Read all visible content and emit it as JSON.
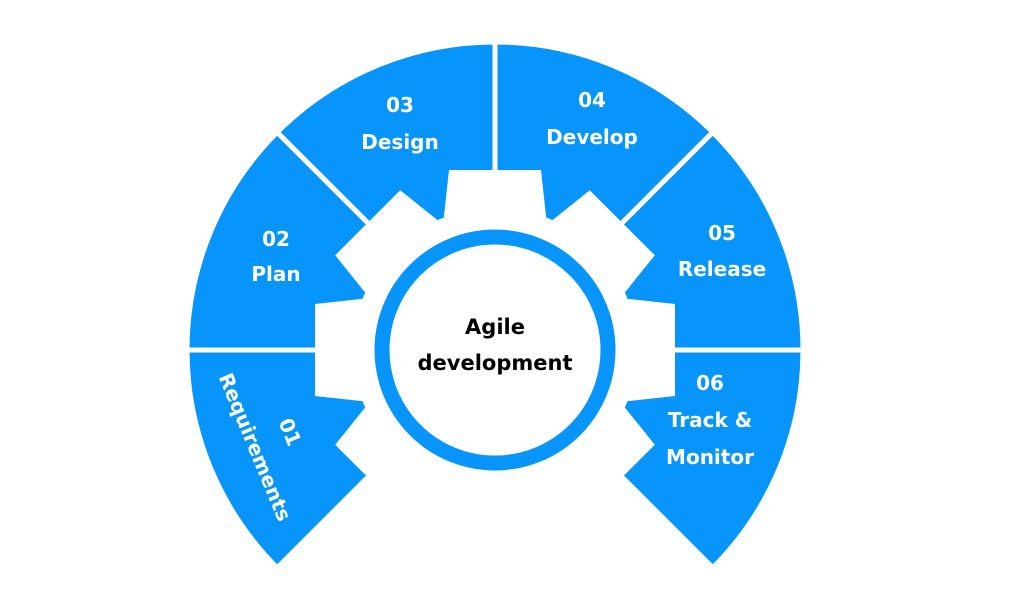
{
  "colors": {
    "accent": "#0795fb",
    "background": "#ffffff",
    "center_text": "#000000"
  },
  "center": {
    "line1": "Agile",
    "line2": "development"
  },
  "steps": [
    {
      "number": "01",
      "lines": [
        "Requirements"
      ]
    },
    {
      "number": "02",
      "lines": [
        "Plan"
      ]
    },
    {
      "number": "03",
      "lines": [
        "Design"
      ]
    },
    {
      "number": "04",
      "lines": [
        "Develop"
      ]
    },
    {
      "number": "05",
      "lines": [
        "Release"
      ]
    },
    {
      "number": "06",
      "lines": [
        "Track &",
        "Monitor"
      ]
    }
  ]
}
